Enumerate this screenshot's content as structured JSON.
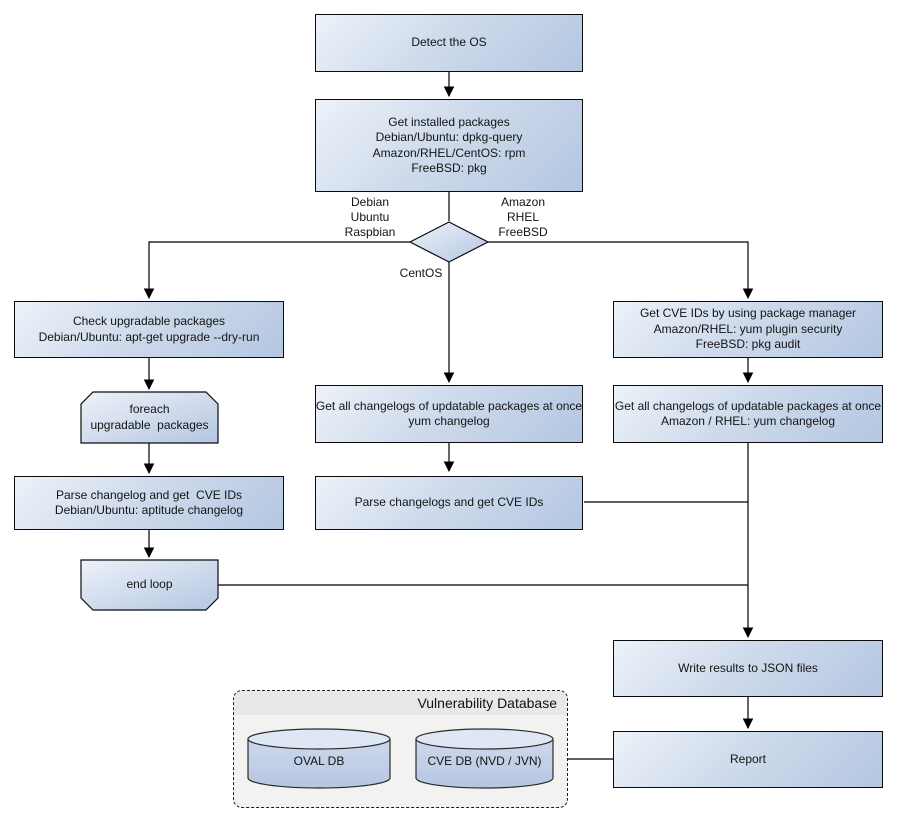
{
  "nodes": {
    "detect_os": "Detect the OS",
    "get_installed": "Get installed packages\nDebian/Ubuntu: dpkg-query\nAmazon/RHEL/CentOS: rpm\nFreeBSD: pkg",
    "check_upgradable": "Check upgradable packages\nDebian/Ubuntu: apt-get upgrade --dry-run",
    "foreach_loop": "foreach\nupgradable  packages",
    "parse_changelog_deb": "Parse changelog and get  CVE IDs\nDebian/Ubuntu: aptitude changelog",
    "end_loop": "end loop",
    "get_changelogs_centos": "Get all changelogs of updatable packages at once\nyum changelog",
    "parse_changelogs_centos": "Parse changelogs and get CVE IDs",
    "get_cve_pkg_mgr": "Get CVE IDs by using package manager\nAmazon/RHEL: yum plugin security\nFreeBSD: pkg audit",
    "get_changelogs_amazon": "Get all changelogs of updatable packages at once\nAmazon / RHEL: yum changelog",
    "write_json": "Write results to JSON files",
    "report": "Report"
  },
  "decision": {
    "left_label": "Debian\nUbuntu\nRaspbian",
    "right_label": "Amazon\nRHEL\nFreeBSD",
    "bottom_label": "CentOS"
  },
  "database": {
    "title": "Vulnerability Database",
    "oval_db": "OVAL DB",
    "cve_db": "CVE DB (NVD / JVN)"
  },
  "colors": {
    "node_fill_light": "#edf2f9",
    "node_fill_dark": "#b4c6e1",
    "node_border": "#0c0c0c",
    "connector": "#000000",
    "db_group_bg": "#f2f2f0",
    "db_header_bg": "#e8e8e6",
    "cylinder_top": "#dfe7f4",
    "cylinder_body": "#bfcde6",
    "text": "#141414"
  }
}
